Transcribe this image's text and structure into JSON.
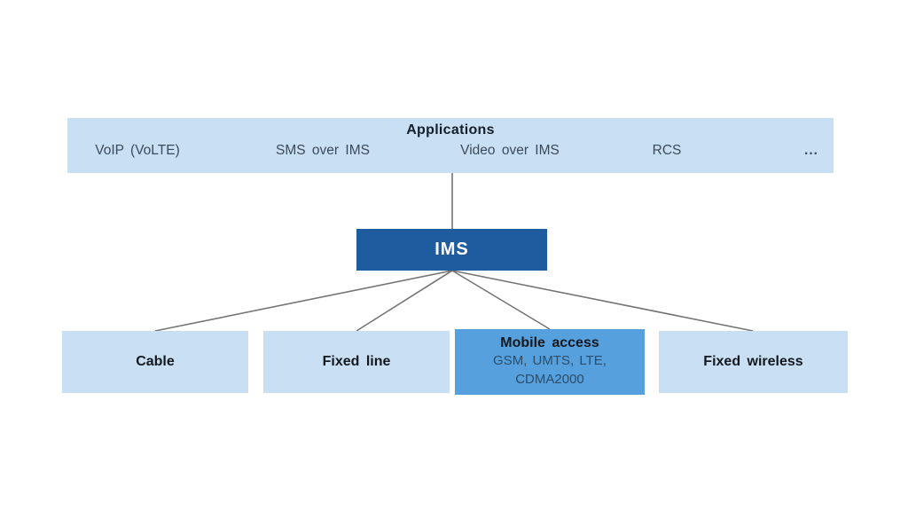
{
  "diagram": {
    "applications": {
      "title": "Applications",
      "items": [
        {
          "label": "VoIP (VoLTE)"
        },
        {
          "label": "SMS over IMS"
        },
        {
          "label": "Video over IMS"
        },
        {
          "label": "RCS"
        },
        {
          "label": "..."
        }
      ]
    },
    "core": {
      "label": "IMS"
    },
    "access_networks": [
      {
        "label": "Cable"
      },
      {
        "label": "Fixed line"
      },
      {
        "label": "Mobile access",
        "sublabel_line1": "GSM, UMTS, LTE,",
        "sublabel_line2": "CDMA2000",
        "highlighted": true
      },
      {
        "label": "Fixed wireless"
      }
    ],
    "colors": {
      "light_blue": "#c8dff4",
      "medium_blue": "#55a0dd",
      "dark_blue": "#1f5c9f",
      "connector_gray": "#757575"
    }
  }
}
